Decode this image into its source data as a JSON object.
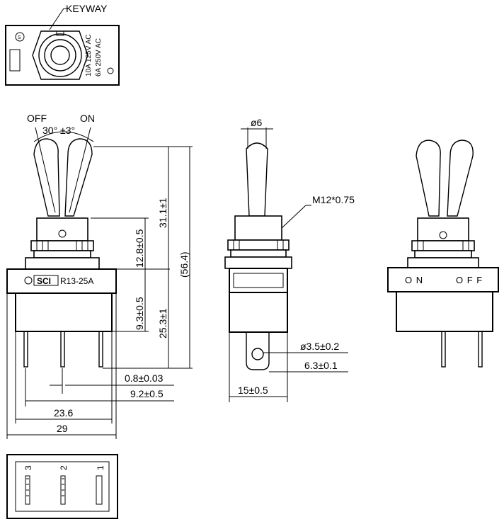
{
  "labels": {
    "keyway": "KEYWAY",
    "off": "OFF",
    "on": "ON",
    "angle": "30° ±3°",
    "diameter_lever": "ø6",
    "thread": "M12*0.75",
    "model": "R13-25A",
    "brand": "SCI",
    "on_label": "O N",
    "off_label": "O F F",
    "top_rating_1": "10A 125V AC",
    "top_rating_2": "6A 250V AC"
  },
  "dimensions": {
    "lever_height": "31.1±1",
    "bushing_height": "12.8±0.5",
    "overall_height": "(56.4)",
    "upper_body": "9.3±0.5",
    "body_height": "25.3±1",
    "terminal_thickness": "0.8±0.03",
    "terminal_spacing": "9.2±0.5",
    "inner_width": "23.6",
    "outer_width": "29",
    "terminal_hole": "ø3.5±0.2",
    "terminal_width": "6.3±0.1",
    "side_width": "15±0.5"
  },
  "terminals": [
    "3",
    "2",
    "1"
  ]
}
